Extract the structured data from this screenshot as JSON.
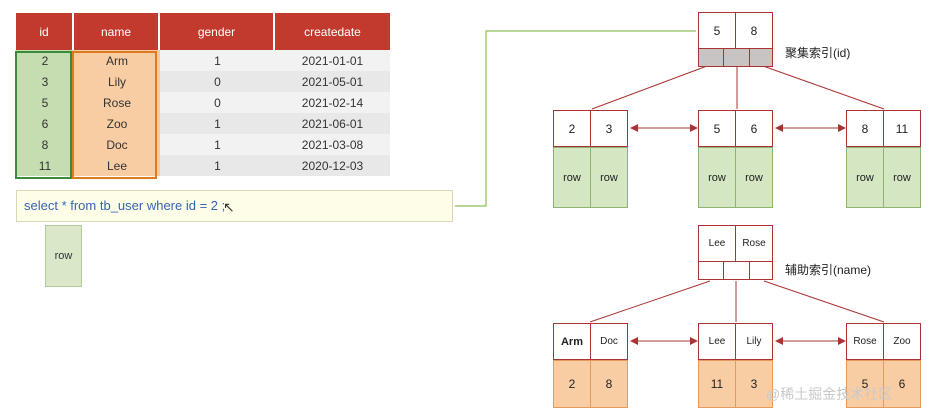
{
  "table": {
    "headers": [
      "id",
      "name",
      "gender",
      "createdate"
    ],
    "rows": [
      [
        "2",
        "Arm",
        "1",
        "2021-01-01"
      ],
      [
        "3",
        "Lily",
        "0",
        "2021-05-01"
      ],
      [
        "5",
        "Rose",
        "0",
        "2021-02-14"
      ],
      [
        "6",
        "Zoo",
        "1",
        "2021-06-01"
      ],
      [
        "8",
        "Doc",
        "1",
        "2021-03-08"
      ],
      [
        "11",
        "Lee",
        "1",
        "2020-12-03"
      ]
    ]
  },
  "query": {
    "sql": "select * from tb_user where id = 2 ;",
    "result_label": "row"
  },
  "clustered_index": {
    "label": "聚集索引(id)",
    "root_keys": [
      "5",
      "8"
    ],
    "leaves": [
      {
        "keys": [
          "2",
          "3"
        ],
        "data": [
          "row",
          "row"
        ]
      },
      {
        "keys": [
          "5",
          "6"
        ],
        "data": [
          "row",
          "row"
        ]
      },
      {
        "keys": [
          "8",
          "11"
        ],
        "data": [
          "row",
          "row"
        ]
      }
    ]
  },
  "secondary_index": {
    "label": "辅助索引(name)",
    "root_keys": [
      "Lee",
      "Rose"
    ],
    "leaves": [
      {
        "keys": [
          "Arm",
          "Doc"
        ],
        "data": [
          "2",
          "8"
        ]
      },
      {
        "keys": [
          "Lee",
          "Lily"
        ],
        "data": [
          "11",
          "3"
        ]
      },
      {
        "keys": [
          "Rose",
          "Zoo"
        ],
        "data": [
          "5",
          "6"
        ]
      }
    ]
  },
  "watermark": "@稀土掘金技术社区",
  "colors": {
    "header": "#c23a2e",
    "id_column": "#c5ddb0",
    "name_column": "#f9cda4",
    "node_border": "#aa3333",
    "sql_text": "#3565b6",
    "link_line": "#8cbf5a"
  }
}
